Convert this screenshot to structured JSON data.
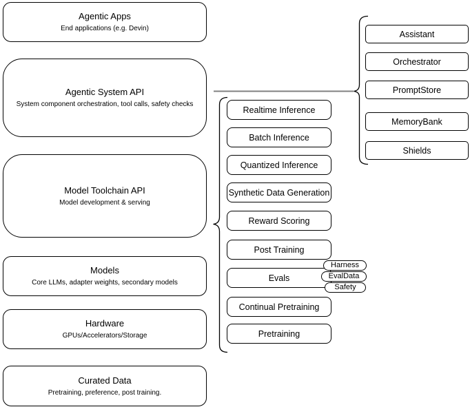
{
  "stack": [
    {
      "title": "Agentic Apps",
      "subtitle": "End applications (e.g. Devin)"
    },
    {
      "title": "Agentic System API",
      "subtitle": "System component orchestration, tool calls, safety checks"
    },
    {
      "title": "Model Toolchain API",
      "subtitle": "Model development & serving"
    },
    {
      "title": "Models",
      "subtitle": "Core LLMs, adapter weights, secondary models"
    },
    {
      "title": "Hardware",
      "subtitle": "GPUs/Accelerators/Storage"
    },
    {
      "title": "Curated Data",
      "subtitle": "Pretraining, preference, post training."
    }
  ],
  "toolchain": {
    "items": [
      "Realtime Inference",
      "Batch Inference",
      "Quantized Inference",
      "Synthetic Data Generation",
      "Reward Scoring",
      "Post Training",
      "Evals",
      "Continual Pretraining",
      "Pretraining"
    ],
    "evals_tags": [
      "Harness",
      "EvalData",
      "Safety"
    ]
  },
  "system": {
    "items": [
      "Assistant",
      "Orchestrator",
      "PromptStore",
      "MemoryBank",
      "Shields"
    ]
  },
  "colors": {
    "stroke": "#000000",
    "connector": "#808080",
    "background": "#ffffff"
  }
}
